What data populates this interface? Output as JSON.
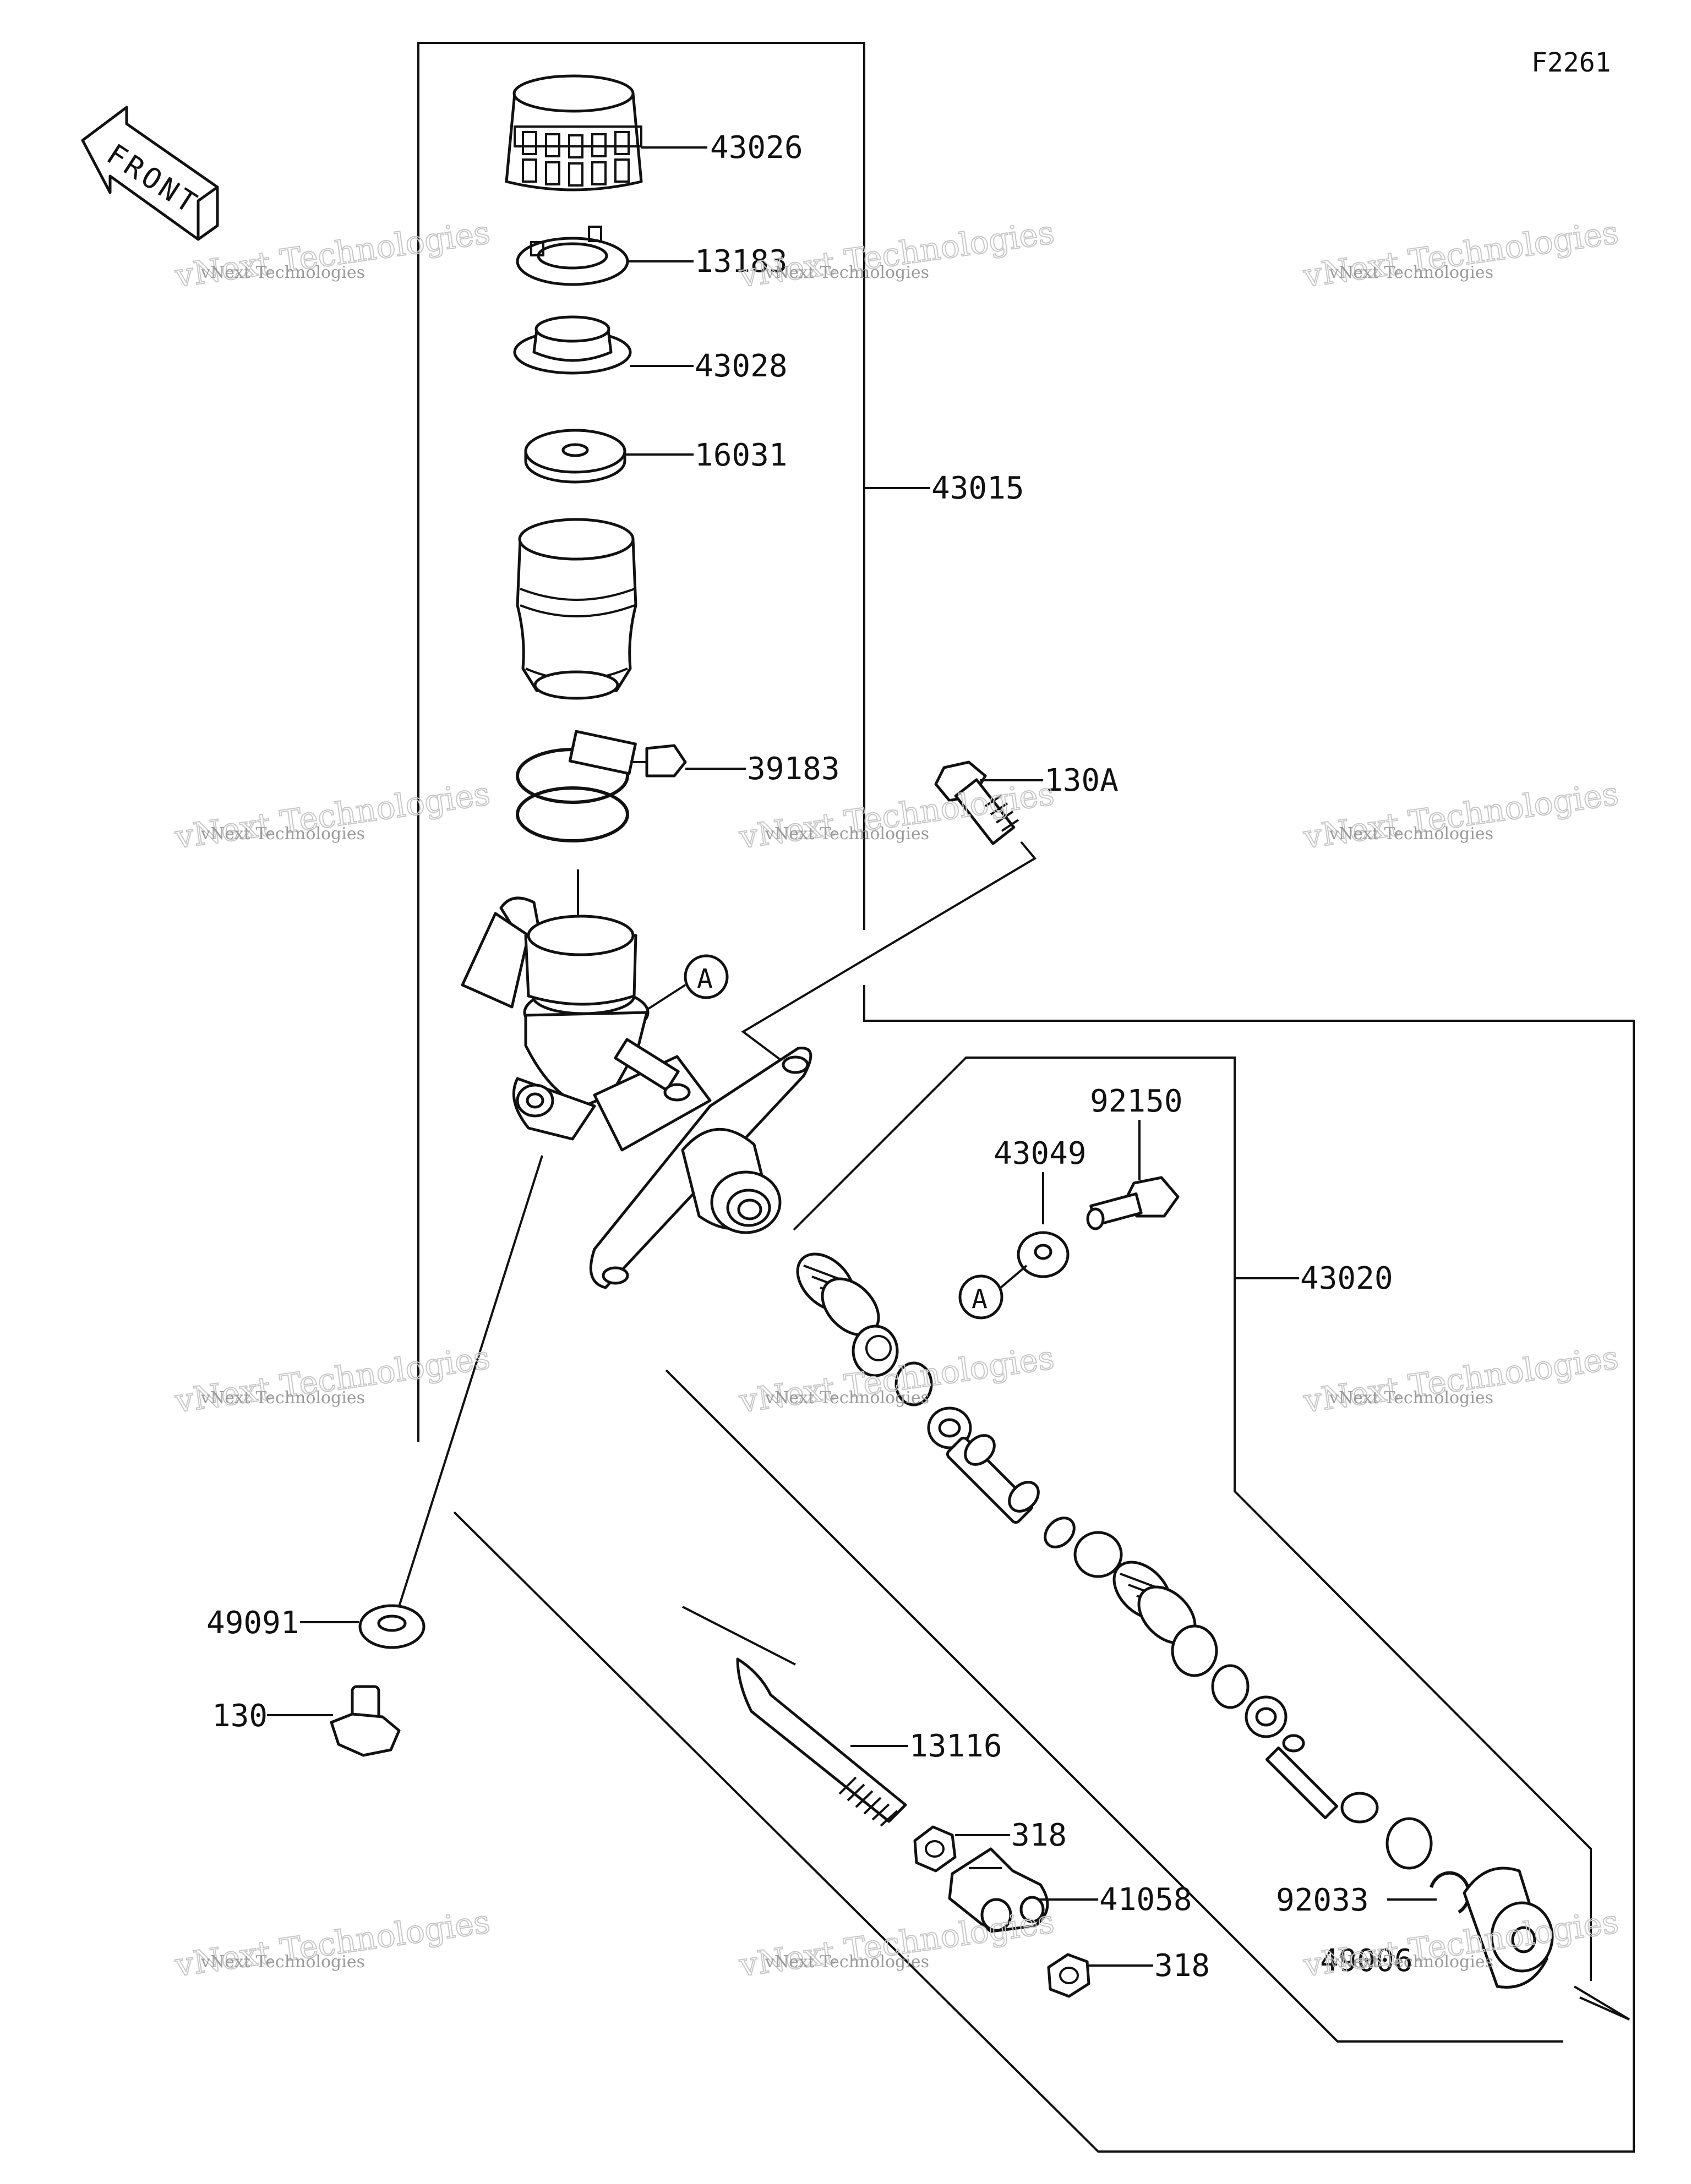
{
  "figure_code": "F2261",
  "front_label": "FRONT",
  "watermark": {
    "line1": "vNext Technologies",
    "line2": "vNext Technologies"
  },
  "callouts": {
    "reference_circle": "A"
  },
  "parts": [
    {
      "id": "43026",
      "label": "43026"
    },
    {
      "id": "13183",
      "label": "13183"
    },
    {
      "id": "43028",
      "label": "43028"
    },
    {
      "id": "16031",
      "label": "16031"
    },
    {
      "id": "43015",
      "label": "43015"
    },
    {
      "id": "39183",
      "label": "39183"
    },
    {
      "id": "130A",
      "label": "130A"
    },
    {
      "id": "92150",
      "label": "92150"
    },
    {
      "id": "43049",
      "label": "43049"
    },
    {
      "id": "43020",
      "label": "43020"
    },
    {
      "id": "49091",
      "label": "49091"
    },
    {
      "id": "130",
      "label": "130"
    },
    {
      "id": "13116",
      "label": "13116"
    },
    {
      "id": "318a",
      "label": "318"
    },
    {
      "id": "41058",
      "label": "41058"
    },
    {
      "id": "318b",
      "label": "318"
    },
    {
      "id": "92033",
      "label": "92033"
    },
    {
      "id": "49006",
      "label": "49006"
    }
  ]
}
